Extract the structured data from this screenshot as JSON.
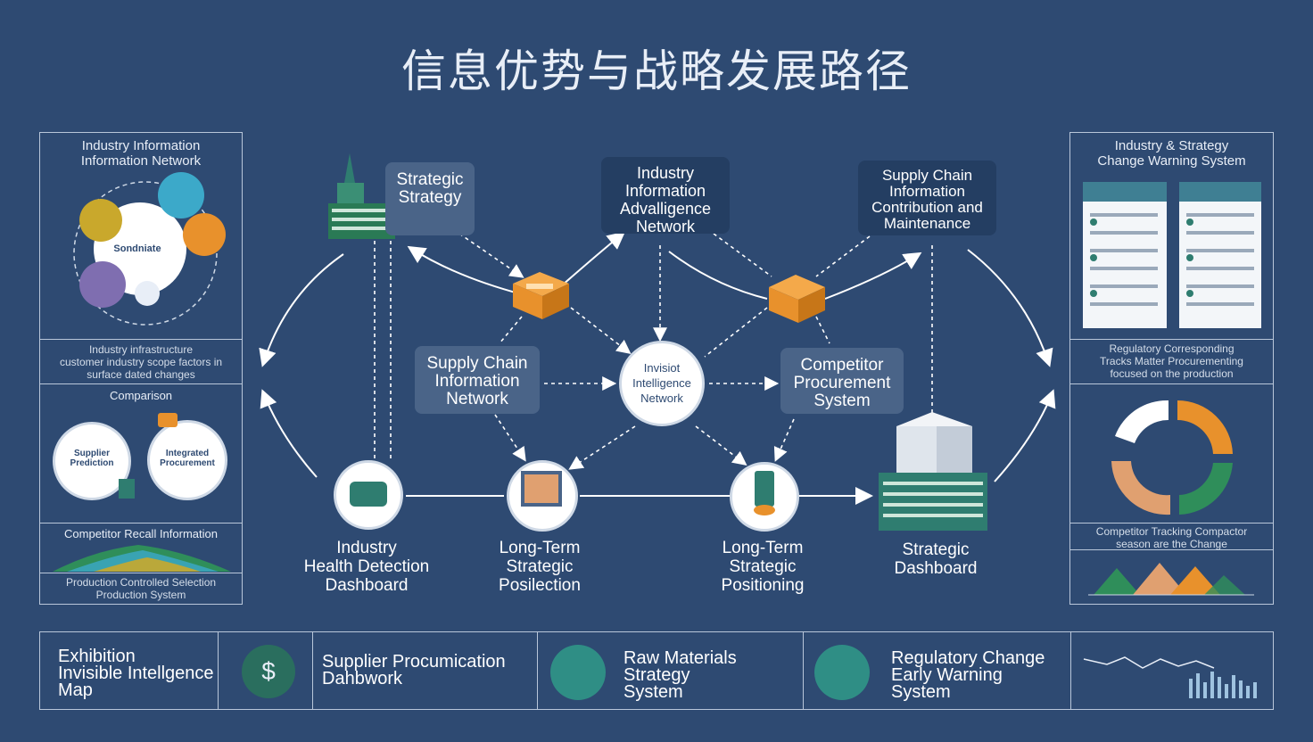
{
  "title": "信息优势与战略发展路径",
  "left_panel": {
    "s1_title": "Industry Information\nInformation Network",
    "s1_center": "Sondniate",
    "s2_text": "Industry infrastructure\ncustomer industry scope factors in\nsurface dated changes",
    "s3_title": "Comparison",
    "s3_left": "Supplier\nPrediction",
    "s3_right": "Integrated\nProcurement",
    "s4_title": "Competitor Recall Information",
    "s5_text": "Production Controlled Selection\nProduction System"
  },
  "right_panel": {
    "s1_title": "Industry & Strategy\nChange Warning System",
    "s2_text": "Regulatory Corresponding\nTracks Matter Procurementing\nfocused on the production",
    "s4_text": "Competitor Tracking Compactor\nseason are the Change"
  },
  "nodes": {
    "strategic_strategy": "Strategic\nStrategy",
    "industry_intel": "Industry\nInformation\nAdvalligence\nNetwork",
    "supply_maint": "Supply Chain\nInformation\nContribution and\nMaintenance",
    "supply_network": "Supply Chain\nInformation\nNetwork",
    "invisible_network": "Invisiot\nIntelligence\nNetwork",
    "competitor_system": "Competitor\nProcurement\nSystem"
  },
  "bottom_labels": {
    "industry_health": "Industry\nHealth Detection\nDashboard",
    "lt_strategic": "Long-Term\nStrategic\nPosilection",
    "lt_positioning": "Long-Term\nStrategic\nPositioning",
    "strategic_dashboard": "Strategic\nDashboard"
  },
  "bottom_bar": {
    "item1": "Exhibition\nInvisible Intellgence\nMap",
    "item2": "Supplier Procumication\nDahbwork",
    "item3": "Raw Materials\nStrategy\nSystem",
    "item4": "Regulatory Change\nEarly Warning\nSystem"
  },
  "colors": {
    "background": "#2e4a72",
    "teal": "#2f7d70",
    "orange": "#e8912c",
    "yellow": "#c9a82c",
    "sky": "#3ca9c9",
    "purple": "#7f6eb0",
    "green": "#2f8e5a",
    "peach": "#e0a070"
  }
}
